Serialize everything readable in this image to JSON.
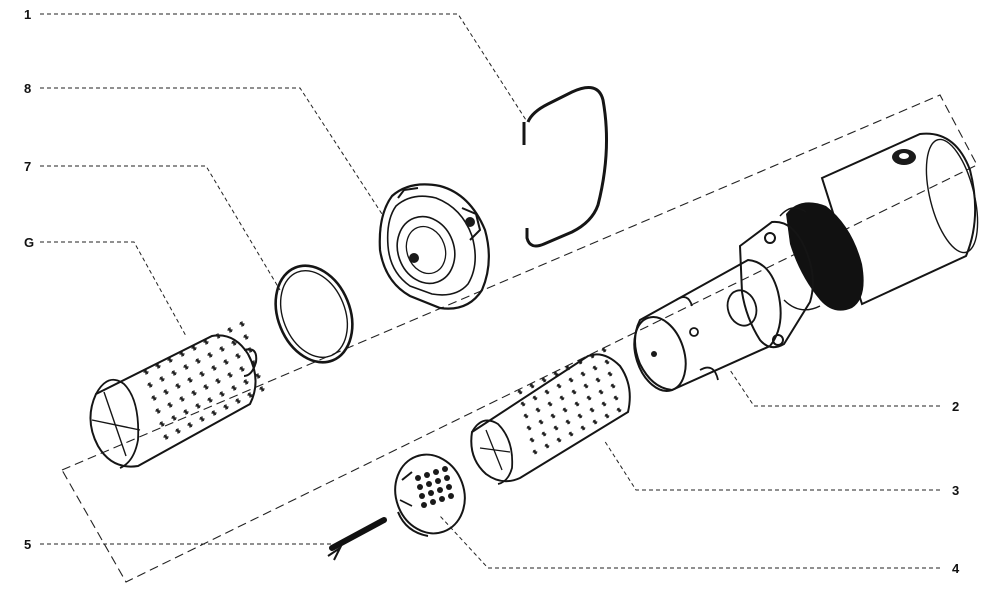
{
  "callouts": {
    "c1": "1",
    "c2": "2",
    "c3": "3",
    "c4": "4",
    "c5": "5",
    "c6": "G",
    "c7": "7",
    "c8": "8"
  },
  "colors": {
    "ink": "#151515",
    "paper": "#ffffff"
  }
}
